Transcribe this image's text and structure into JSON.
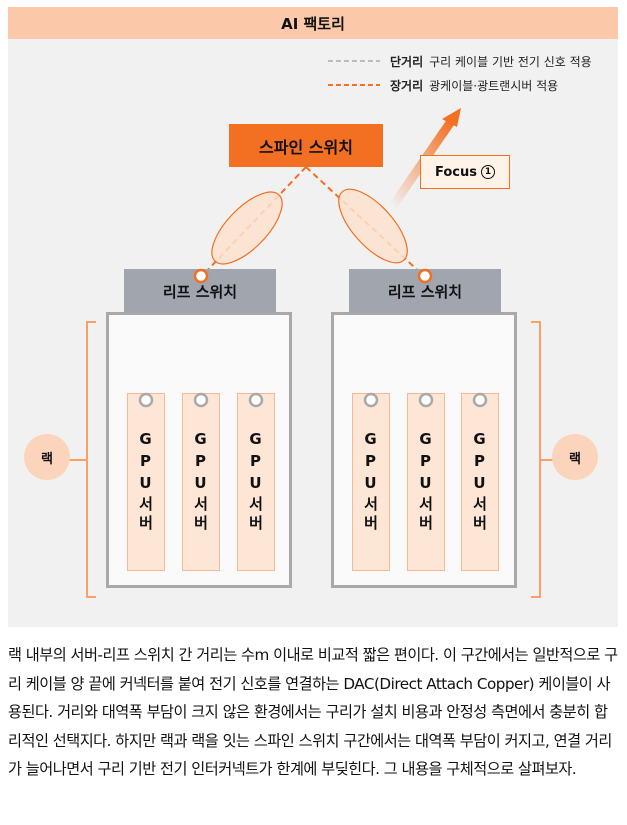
{
  "header": {
    "title": "AI 팩토리"
  },
  "legend": {
    "short": {
      "name": "단거리",
      "desc": "구리 케이블 기반 전기 신호 적용",
      "color": "#b8bcc4"
    },
    "long": {
      "name": "장거리",
      "desc": "광케이블·광트랜시버 적용",
      "color": "#f36f21"
    }
  },
  "spine": {
    "label": "스파인 스위치"
  },
  "focus": {
    "label": "Focus",
    "number": "1"
  },
  "racks": [
    {
      "leaf_label": "리프 스위치",
      "rack_label": "랙",
      "servers": [
        "GPU서버",
        "GPU서버",
        "GPU서버"
      ]
    },
    {
      "leaf_label": "리프 스위치",
      "rack_label": "랙",
      "servers": [
        "GPU서버",
        "GPU서버",
        "GPU서버"
      ]
    }
  ],
  "colors": {
    "accent": "#f36f21",
    "title_bg": "#fbc9a9",
    "leaf_bg": "#a0a5ae",
    "server_bg": "#fde6d6",
    "rack_label_bg": "#fbd4bb",
    "panel_bg": "#f1f1f1"
  },
  "body_text": "랙 내부의 서버-리프 스위치 간 거리는 수m 이내로 비교적 짧은 편이다. 이 구간에서는 일반적으로 구리 케이블 양 끝에 커넥터를 붙여 전기 신호를 연결하는 DAC(Direct Attach Copper) 케이블이 사용된다. 거리와 대역폭 부담이 크지 않은 환경에서는 구리가 설치 비용과 안정성 측면에서 충분히 합리적인 선택지다. 하지만 랙과 랙을 잇는 스파인 스위치 구간에서는 대역폭 부담이 커지고, 연결 거리가 늘어나면서 구리 기반 전기 인터커넥트가 한계에 부딪힌다. 그 내용을 구체적으로 살펴보자."
}
